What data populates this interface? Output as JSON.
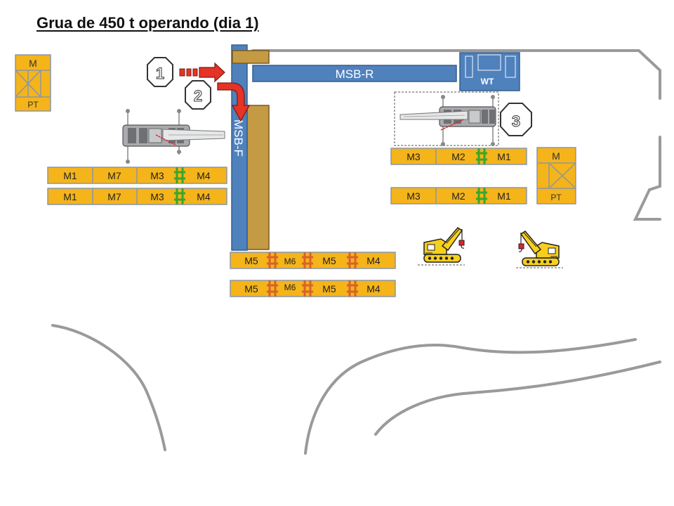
{
  "title": "Grua de 450 t operando (dia 1)",
  "colors": {
    "module": "#f4b41a",
    "module_border": "#8b96a6",
    "blue": "#4f81bd",
    "blue_dark": "#375e8c",
    "brown": "#c49a45",
    "brown_dark": "#7a5a1c",
    "arrow": "#e53325",
    "arrow_dark": "#7a1e16",
    "green_connector": "#3aa52a",
    "red_connector": "#d9622a",
    "boundary": "#9a9a9a",
    "yellow_crane": "#f7cf1d"
  },
  "labels": {
    "msb_r": "MSB-R",
    "msb_f": "MSB-F",
    "wt": "WT",
    "m": "M",
    "pt": "PT"
  },
  "steps": [
    "1",
    "2",
    "3"
  ],
  "modules": {
    "left_row_1": [
      "M1",
      "M7",
      "M3",
      "M4"
    ],
    "left_row_2": [
      "M1",
      "M7",
      "M3",
      "M4"
    ],
    "right_row_1": [
      "M3",
      "M2",
      "M1"
    ],
    "right_row_2": [
      "M3",
      "M2",
      "M1"
    ],
    "bottom_row_1": [
      "M5",
      "M6",
      "M5",
      "M4"
    ],
    "bottom_row_2": [
      "M5",
      "M6",
      "M5",
      "M4"
    ]
  },
  "icons": {
    "step_marker": "octagon-number-icon",
    "arrow": "red-arrow-icon",
    "mobile_crane": "mobile-crane-topview-icon",
    "crawler_crane": "crawler-crane-icon"
  }
}
